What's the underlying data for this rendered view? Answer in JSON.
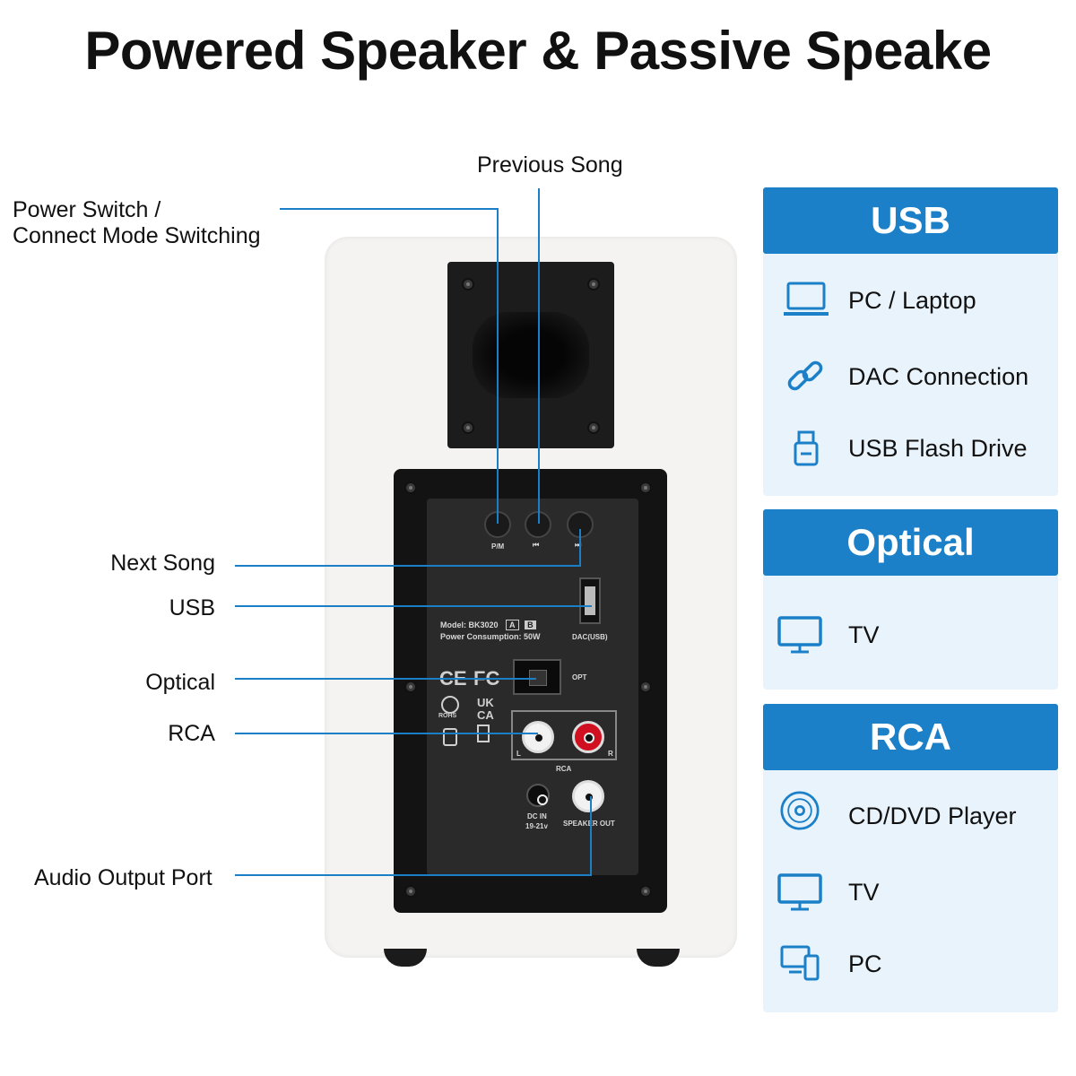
{
  "title": "Powered Speaker & Passive Speake",
  "callouts": {
    "previous_song": "Previous Song",
    "power_switch_line1": "Power Switch /",
    "power_switch_line2": "Connect Mode Switching",
    "next_song": "Next Song",
    "usb": "USB",
    "optical": "Optical",
    "rca": "RCA",
    "audio_output": "Audio Output Port"
  },
  "panel": {
    "btn_pm": "P/M",
    "btn_prev": "⏮",
    "btn_next": "⏭",
    "model": "Model: BK3020",
    "badge_a": "A",
    "badge_b": "B",
    "power": "Power Consumption: 50W",
    "dac_usb": "DAC(USB)",
    "opt": "OPT",
    "rca_l": "L",
    "rca_r": "R",
    "rca": "RCA",
    "ce": "CE",
    "fc": "FC",
    "uk": "UK",
    "ca": "CA",
    "rohs": "ROHS",
    "dc_in": "DC IN",
    "dc_volt": "19-21v",
    "speaker_out": "SPEAKER OUT"
  },
  "cards": [
    {
      "header": "USB",
      "items": [
        {
          "label": "PC / Laptop",
          "icon": "laptop-icon"
        },
        {
          "label": "DAC Connection",
          "icon": "link-icon"
        },
        {
          "label": "USB Flash Drive",
          "icon": "usb-drive-icon"
        }
      ]
    },
    {
      "header": "Optical",
      "items": [
        {
          "label": "TV",
          "icon": "monitor-icon"
        }
      ]
    },
    {
      "header": "RCA",
      "items": [
        {
          "label": "CD/DVD Player",
          "icon": "disc-icon"
        },
        {
          "label": "TV",
          "icon": "monitor-icon"
        },
        {
          "label": "PC",
          "icon": "desktop-pc-icon"
        }
      ]
    }
  ],
  "colors": {
    "accent": "#1b80c8",
    "card_bg": "#e9f3fb",
    "line": "#1a7fc7"
  }
}
